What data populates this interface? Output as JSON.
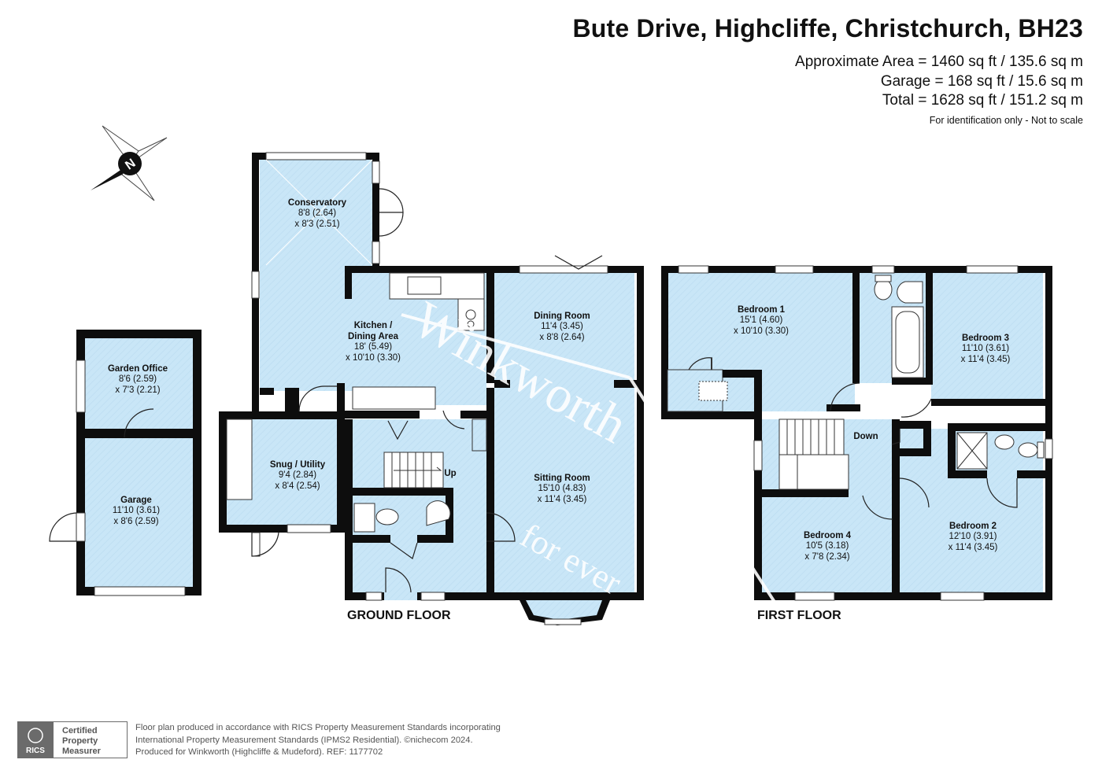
{
  "header": {
    "title": "Bute Drive, Highcliffe, Christchurch, BH23",
    "area_approx": "Approximate Area = 1460 sq ft / 135.6 sq m",
    "area_garage": "Garage = 168 sq ft / 15.6 sq m",
    "area_total": "Total = 1628 sq ft / 151.2 sq m",
    "disclaimer": "For identification only - Not to scale"
  },
  "compass": {
    "label": "N",
    "icon": "compass-icon"
  },
  "floors": {
    "ground": "GROUND FLOOR",
    "first": "FIRST FLOOR"
  },
  "rooms": {
    "conservatory": {
      "name": "Conservatory",
      "dim1": "8'8 (2.64)",
      "dim2": "x 8'3 (2.51)"
    },
    "kitchen": {
      "name1": "Kitchen /",
      "name2": "Dining Area",
      "dim1": "18' (5.49)",
      "dim2": "x 10'10 (3.30)"
    },
    "dining": {
      "name": "Dining Room",
      "dim1": "11'4 (3.45)",
      "dim2": "x 8'8 (2.64)"
    },
    "sitting": {
      "name": "Sitting Room",
      "dim1": "15'10 (4.83)",
      "dim2": "x 11'4 (3.45)"
    },
    "snug": {
      "name": "Snug / Utility",
      "dim1": "9'4 (2.84)",
      "dim2": "x 8'4 (2.54)"
    },
    "garden_office": {
      "name": "Garden Office",
      "dim1": "8'6 (2.59)",
      "dim2": "x 7'3 (2.21)"
    },
    "garage": {
      "name": "Garage",
      "dim1": "11'10 (3.61)",
      "dim2": "x 8'6 (2.59)"
    },
    "bedroom1": {
      "name": "Bedroom 1",
      "dim1": "15'1 (4.60)",
      "dim2": "x 10'10 (3.30)"
    },
    "bedroom2": {
      "name": "Bedroom 2",
      "dim1": "12'10 (3.91)",
      "dim2": "x 11'4 (3.45)"
    },
    "bedroom3": {
      "name": "Bedroom 3",
      "dim1": "11'10 (3.61)",
      "dim2": "x 11'4 (3.45)"
    },
    "bedroom4": {
      "name": "Bedroom 4",
      "dim1": "10'5 (3.18)",
      "dim2": "x 7'8 (2.34)"
    }
  },
  "stairs": {
    "up": "Up",
    "down": "Down"
  },
  "watermark": {
    "brand": "Winkworth",
    "tagline": "for ever"
  },
  "footer": {
    "badge_brand": "RICS",
    "badge_line1": "Certified",
    "badge_line2": "Property",
    "badge_line3": "Measurer",
    "text_line1": "Floor plan produced in accordance with RICS Property Measurement Standards incorporating",
    "text_line2": "International Property Measurement Standards (IPMS2 Residential).   ©nichecom 2024.",
    "text_line3": "Produced for Winkworth (Highcliffe & Mudeford).     REF:  1177702"
  },
  "colors": {
    "room_fill": "#c9e6f7",
    "wall": "#0d0d0d",
    "badge": "#6b6b6b"
  }
}
